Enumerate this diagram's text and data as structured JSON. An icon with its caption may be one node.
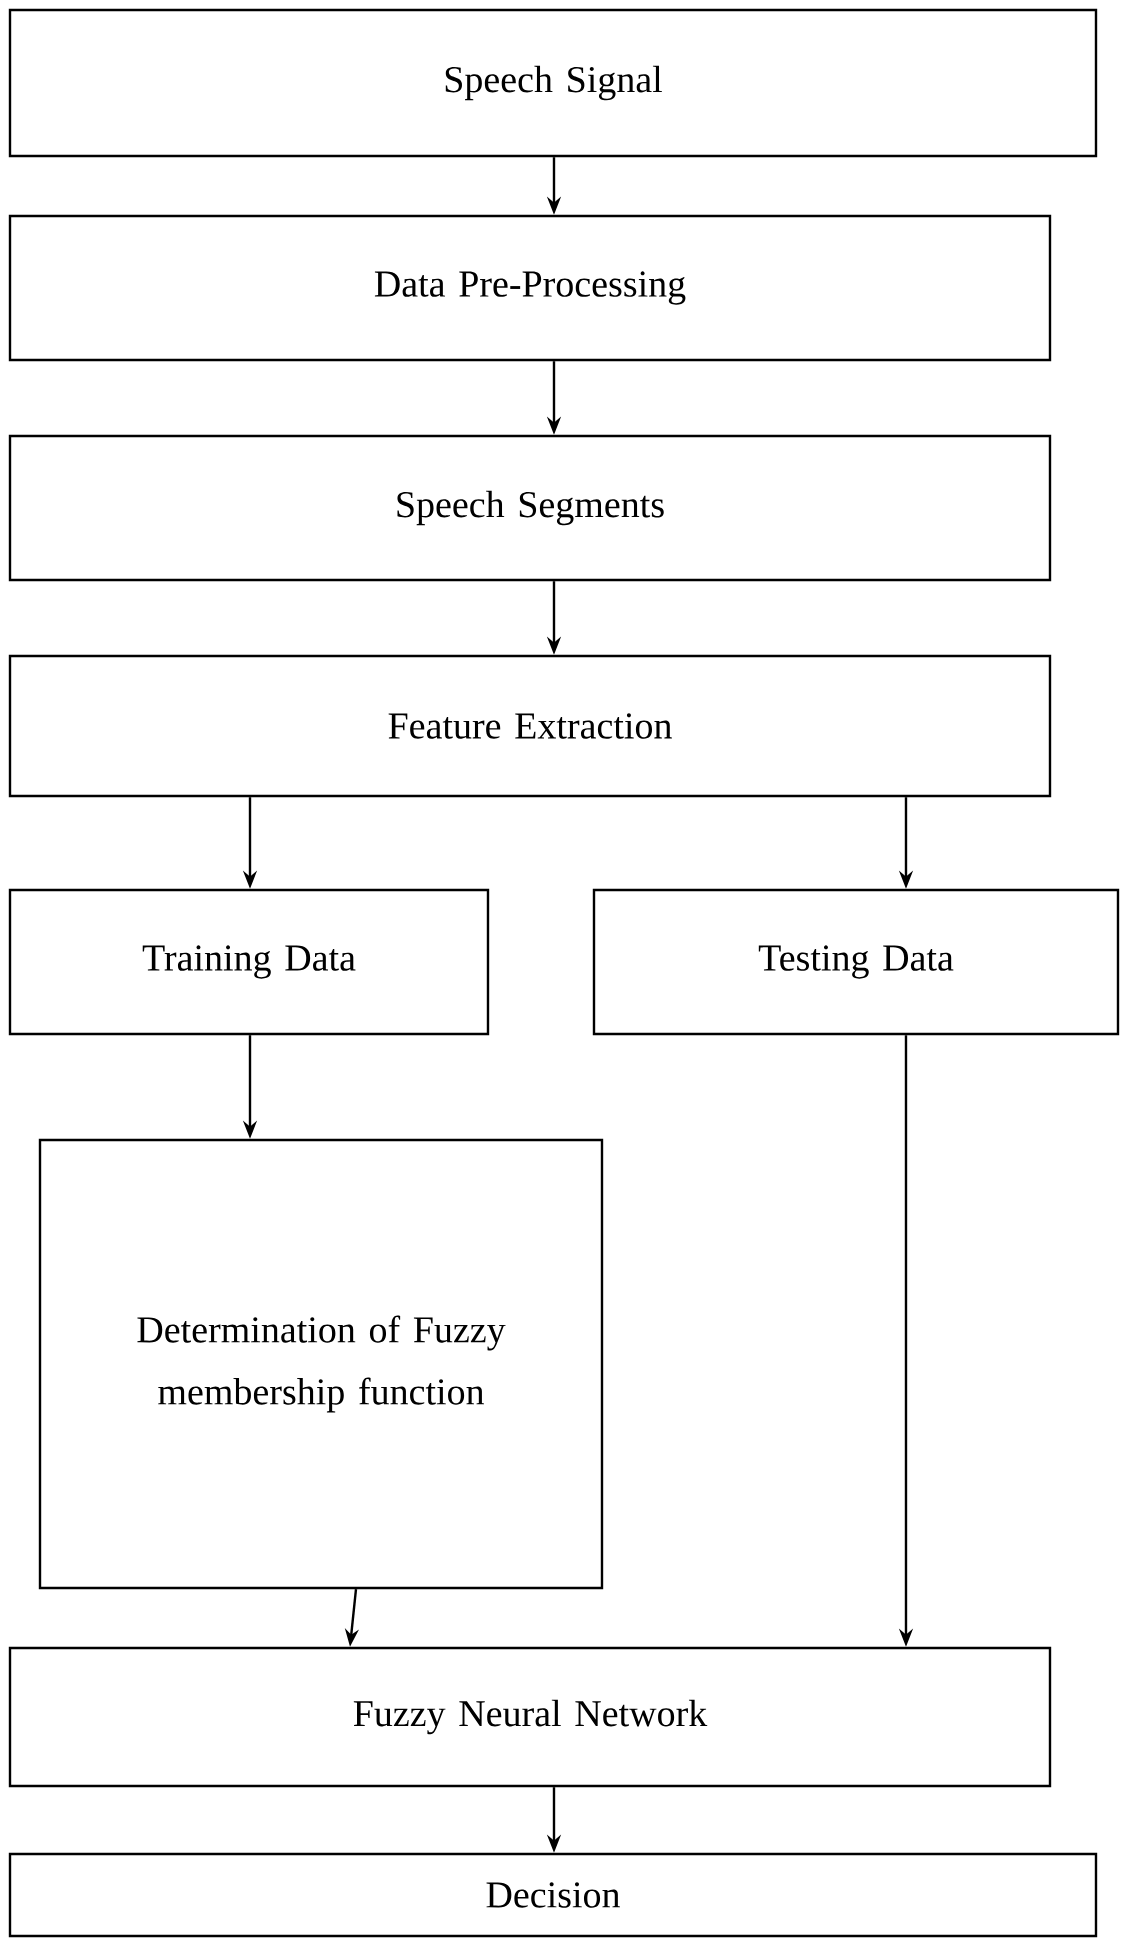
{
  "diagram": {
    "nodes": [
      {
        "text": [
          "Speech Signal"
        ]
      },
      {
        "text": [
          "Data Pre-Processing"
        ]
      },
      {
        "text": [
          "Speech Segments"
        ]
      },
      {
        "text": [
          "Feature Extraction"
        ]
      },
      {
        "text": [
          "Training Data"
        ]
      },
      {
        "text": [
          "Testing Data"
        ]
      },
      {
        "text": [
          "Determination of Fuzzy membership function"
        ]
      },
      {
        "text": [
          "Fuzzy Neural Network"
        ]
      },
      {
        "text": [
          "Decision"
        ]
      }
    ],
    "edges": [
      {
        "from": 0,
        "to": 1,
        "arrow": "to"
      },
      {
        "from": 1,
        "to": 2,
        "arrow": "to"
      },
      {
        "from": 2,
        "to": 3,
        "arrow": "to"
      },
      {
        "from": 3,
        "to": 4,
        "arrow": "to"
      },
      {
        "from": 3,
        "to": 5,
        "arrow": "to"
      },
      {
        "from": 4,
        "to": 6,
        "arrow": "to"
      },
      {
        "from": 6,
        "to": 7,
        "arrow": "to"
      },
      {
        "from": 5,
        "to": 7,
        "arrow": "to"
      },
      {
        "from": 7,
        "to": 8,
        "arrow": "to"
      }
    ]
  }
}
